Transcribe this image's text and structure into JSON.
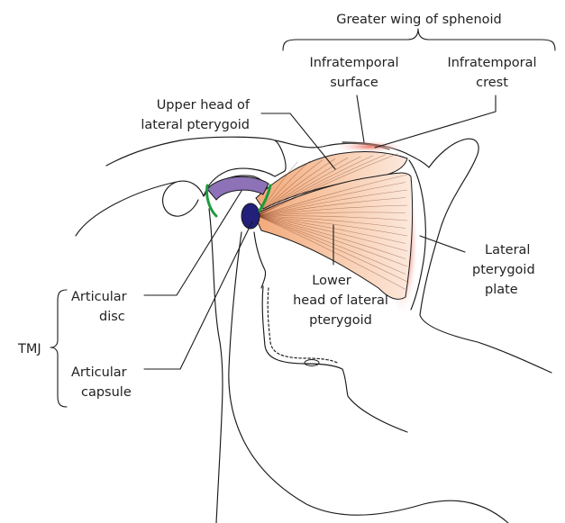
{
  "labels": {
    "greater_wing": "Greater wing of sphenoid",
    "infratemporal_surface_1": "Infratemporal",
    "infratemporal_surface_2": "surface",
    "infratemporal_crest_1": "Infratemporal",
    "infratemporal_crest_2": "crest",
    "upper_head_1": "Upper head of",
    "upper_head_2": "lateral pterygoid",
    "lateral_plate_1": "Lateral",
    "lateral_plate_2": "pterygoid",
    "lateral_plate_3": "plate",
    "lower_head_1": "Lower",
    "lower_head_2": "head of lateral",
    "lower_head_3": "pterygoid",
    "articular_disc_1": "Articular",
    "articular_disc_2": "disc",
    "articular_capsule_1": "Articular",
    "articular_capsule_2": "capsule",
    "tmj": "TMJ"
  },
  "colors": {
    "muscle": "#f4b68f",
    "muscle_dark": "#e8895c",
    "plate_red": "#e24a3a",
    "disc": "#8d72b8",
    "condyle": "#22207a",
    "capsule": "#1e9b3c",
    "line": "#1a1a1a"
  }
}
